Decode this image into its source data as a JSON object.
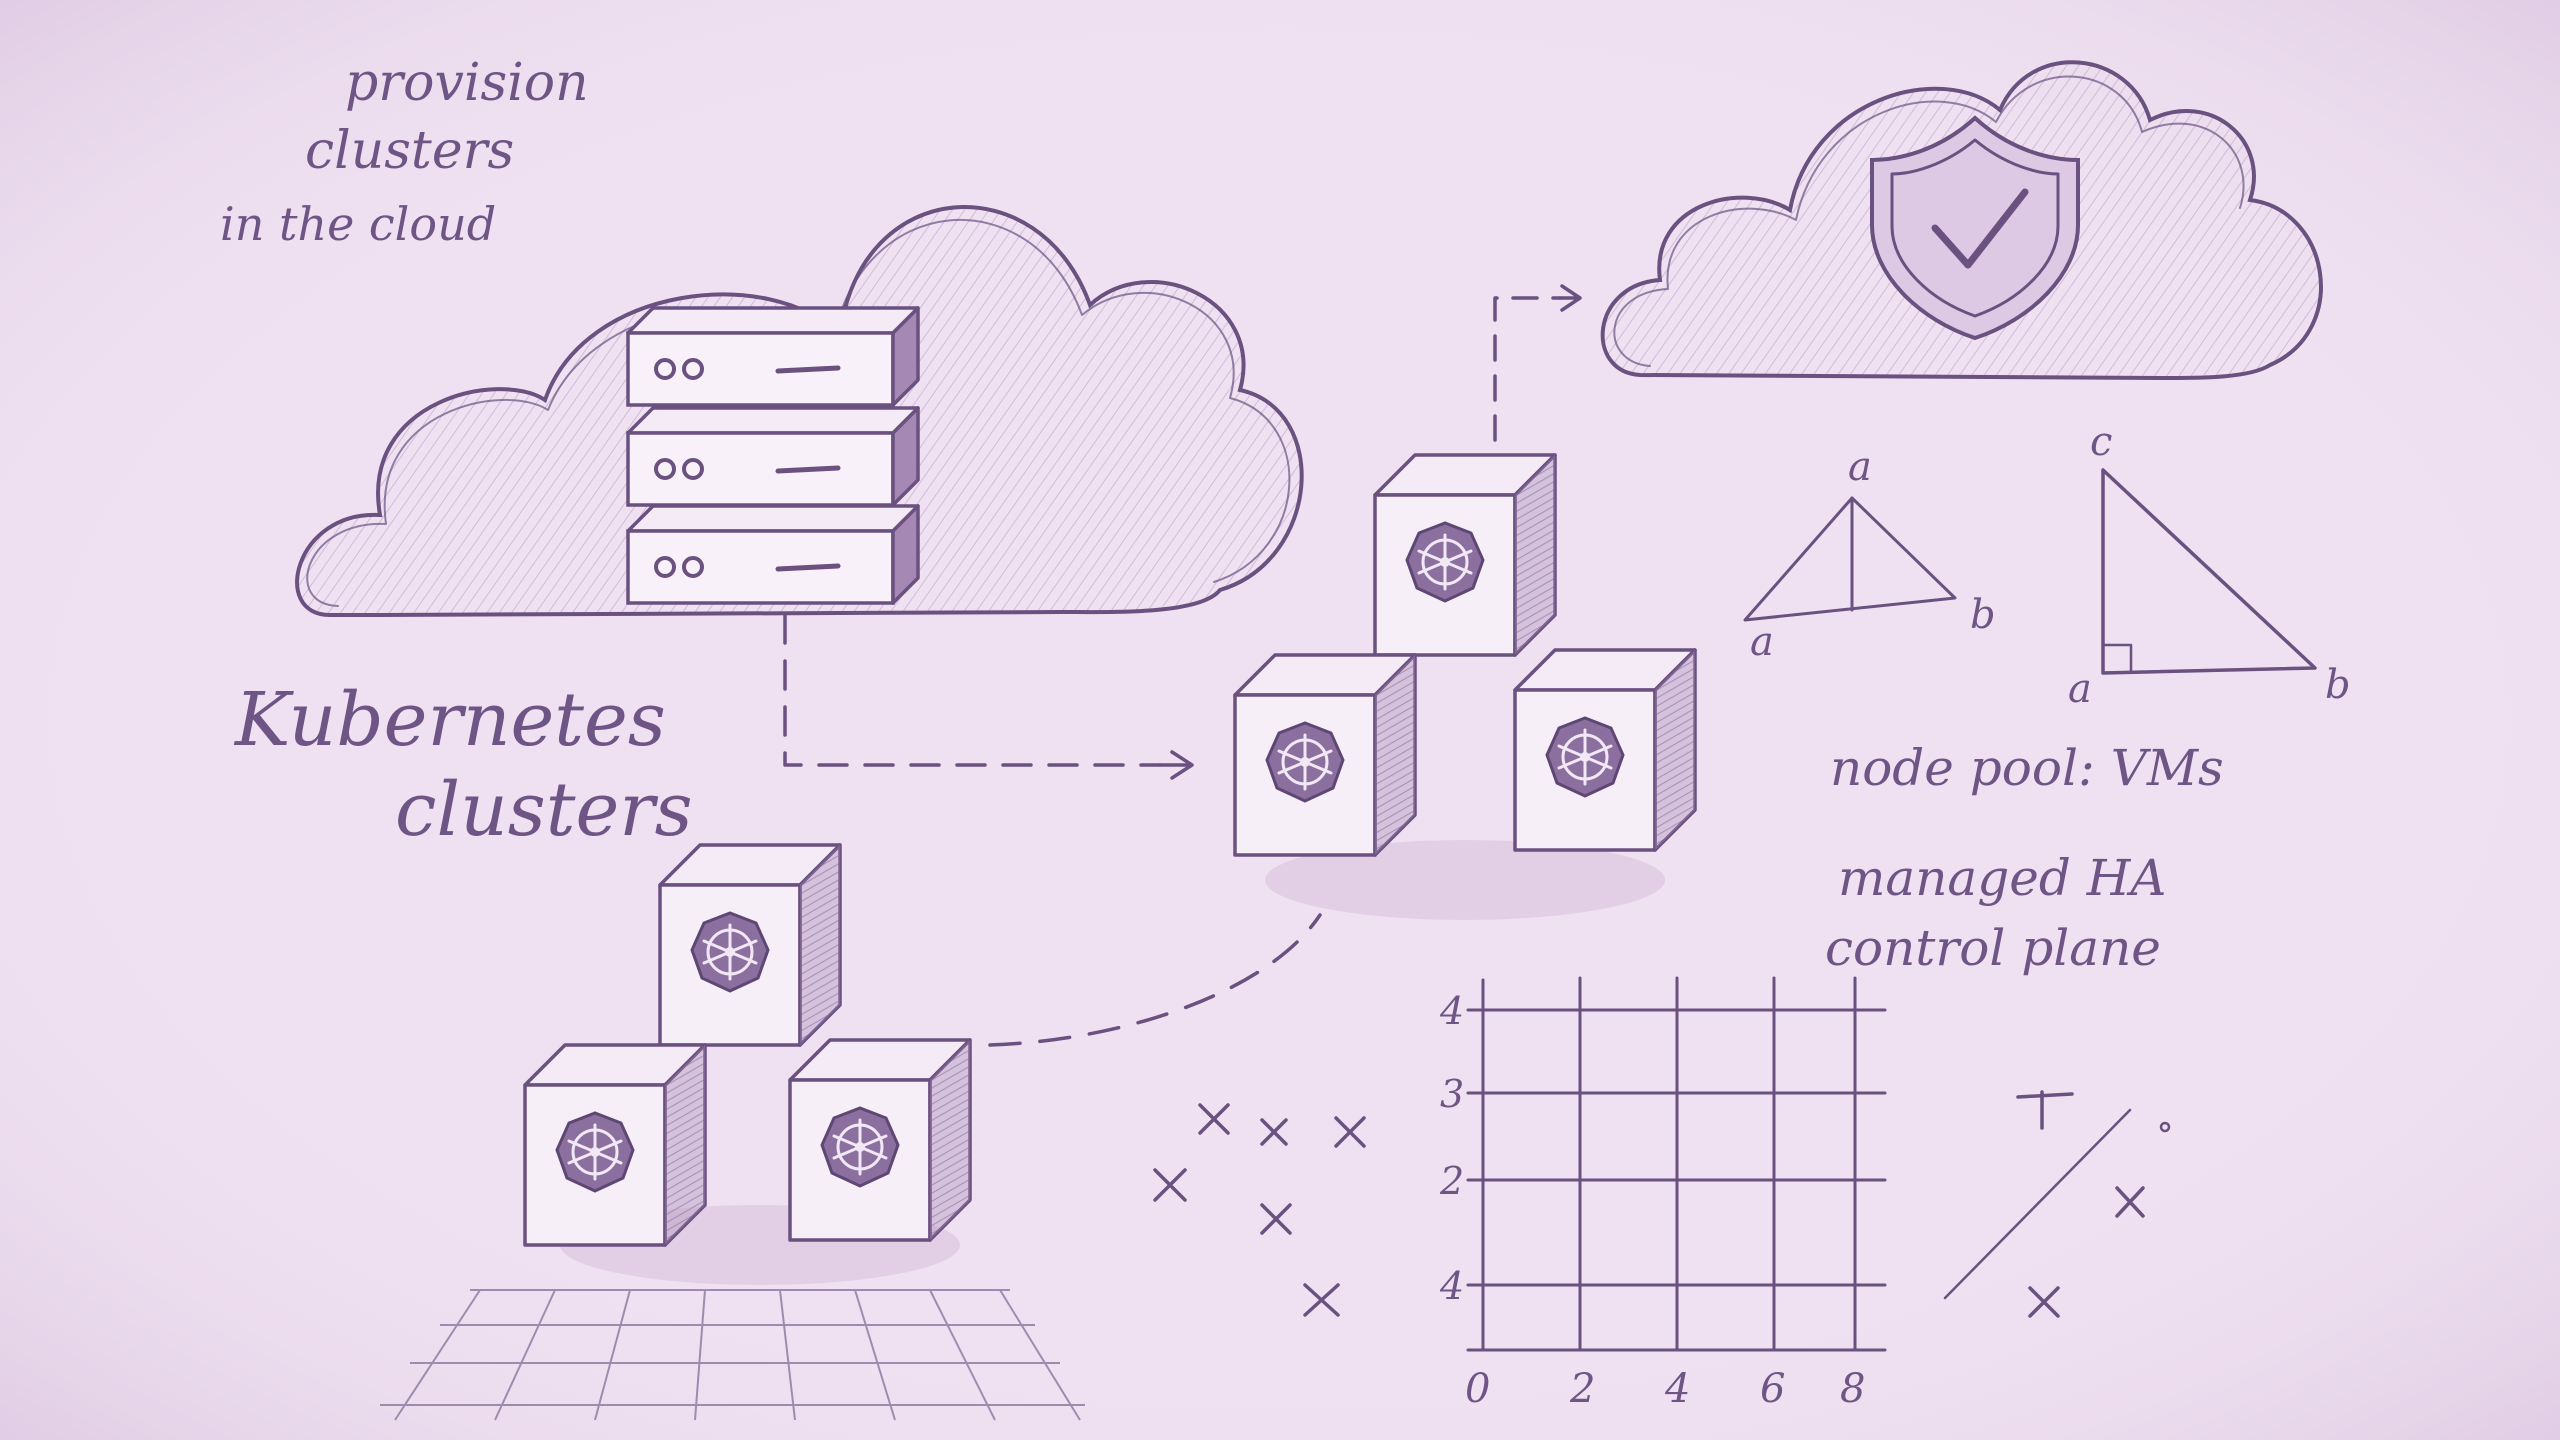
{
  "labels": {
    "provision": [
      "provision",
      "clusters",
      "in the cloud"
    ],
    "kubernetes": [
      "Kubernetes",
      "clusters"
    ],
    "node_pool": "node pool: VMs",
    "managed": [
      "managed HA",
      "control plane"
    ]
  },
  "triangles": {
    "left": {
      "top": "a",
      "bottom_left": "a",
      "bottom_right": "b"
    },
    "right": {
      "top": "c",
      "bottom_left": "a",
      "bottom_right": "b"
    }
  },
  "grid_chart": {
    "x_ticks": [
      "0",
      "2",
      "4",
      "6",
      "8"
    ],
    "y_ticks": [
      "4",
      "3",
      "2",
      "4"
    ]
  },
  "colors": {
    "paper": "#efe1f1",
    "ink": "#6a5180",
    "shade": "#c9b2d2"
  },
  "icons": {
    "shield": "shield-check-icon",
    "server": "server-rack-icon",
    "cube": "kubernetes-helm-icon"
  }
}
